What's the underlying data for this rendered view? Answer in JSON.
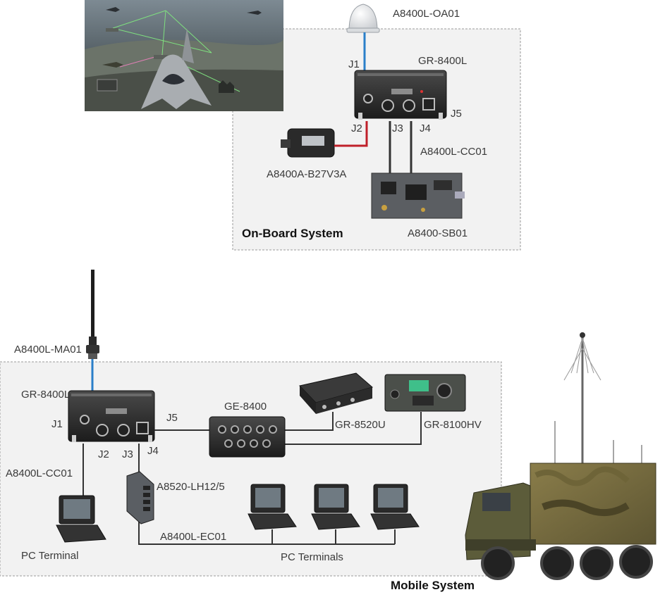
{
  "onboard": {
    "system_label": "On-Board System",
    "antenna": "A8400L-OA01",
    "radio": "GR-8400L",
    "j1": "J1",
    "j2": "J2",
    "j3": "J3",
    "j4": "J4",
    "j5": "J5",
    "battery": "A8400A-B27V3A",
    "cable": "A8400L-CC01",
    "board": "A8400-SB01"
  },
  "mobile": {
    "system_label": "Mobile System",
    "antenna": "A8400L-MA01",
    "radio": "GR-8400L",
    "j1": "J1",
    "j2": "J2",
    "j3": "J3",
    "j4": "J4",
    "j5": "J5",
    "switch_unit": "GE-8400",
    "radio_2": "GR-8520U",
    "radio_3": "GR-8100HV",
    "cable": "A8400L-CC01",
    "ethernet_switch": "A8520-LH12/5",
    "ethernet_cable": "A8400L-EC01",
    "pc_terminal": "PC Terminal",
    "pc_terminals": "PC Terminals"
  },
  "colors": {
    "rf_cable": "#2a7fc9",
    "power_cable": "#c0202a",
    "data_cable": "#333333",
    "box_fill": "#f2f2f2",
    "box_border": "#9a9a9a"
  }
}
